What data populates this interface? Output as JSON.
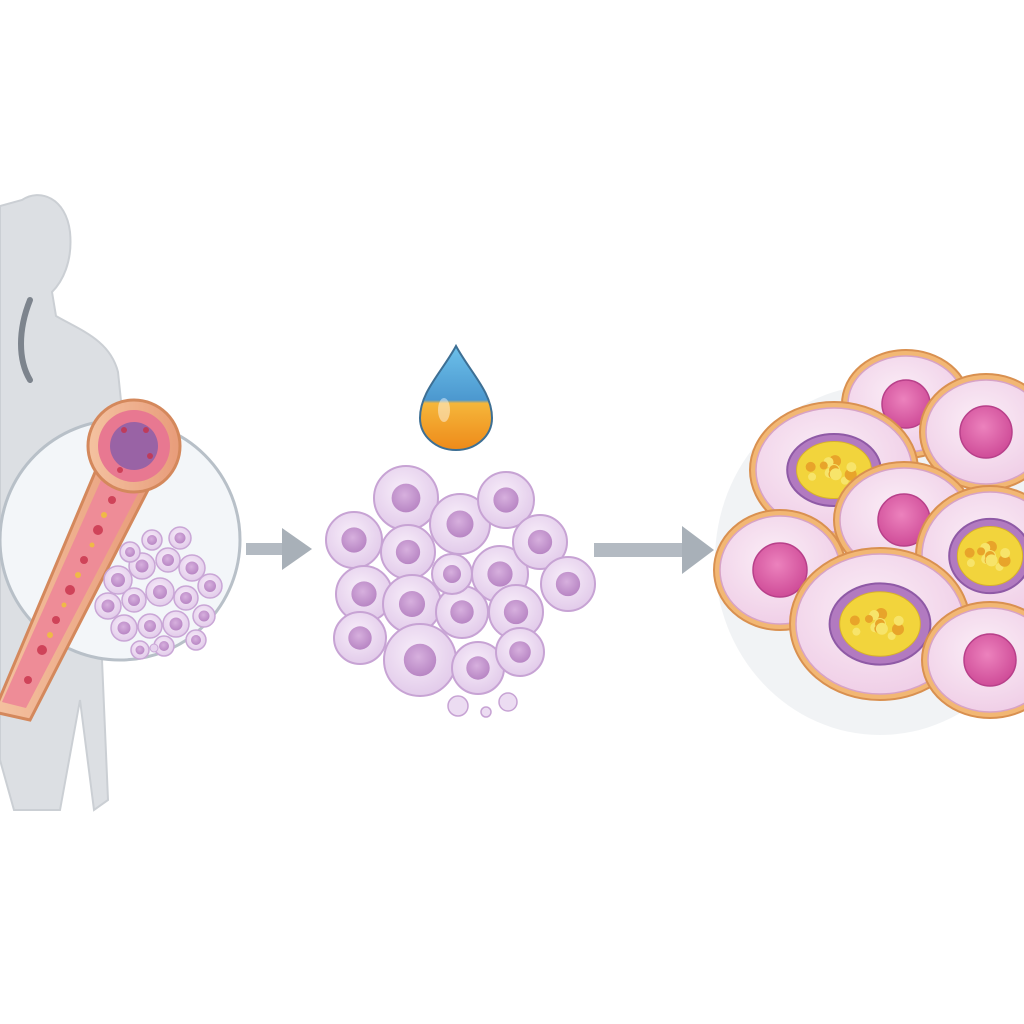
{
  "diagram": {
    "stages": [
      {
        "id": "bone-marrow-harvest",
        "caption": ""
      },
      {
        "id": "stem-cell-culture",
        "caption": ""
      },
      {
        "id": "differentiated-adipocytes",
        "caption": ""
      }
    ],
    "arrows": [
      {
        "from": "bone-marrow-harvest",
        "to": "stem-cell-culture"
      },
      {
        "from": "stem-cell-culture",
        "to": "differentiated-adipocytes"
      }
    ],
    "colors": {
      "body_silhouette": "#cfd3d8",
      "bone_shell": "#f2b48e",
      "marrow": "#e8788e",
      "stem_cell": "#ead6ef",
      "stem_nucleus": "#c79ad1",
      "adipocyte_cytoplasm": "#f7dcef",
      "adipocyte_nucleus": "#db5fa6",
      "lipid_droplet": "#f1d43a",
      "arrow": "#aab2ba",
      "drop_top": "#4ba6de",
      "drop_bottom": "#f39a1e"
    }
  }
}
